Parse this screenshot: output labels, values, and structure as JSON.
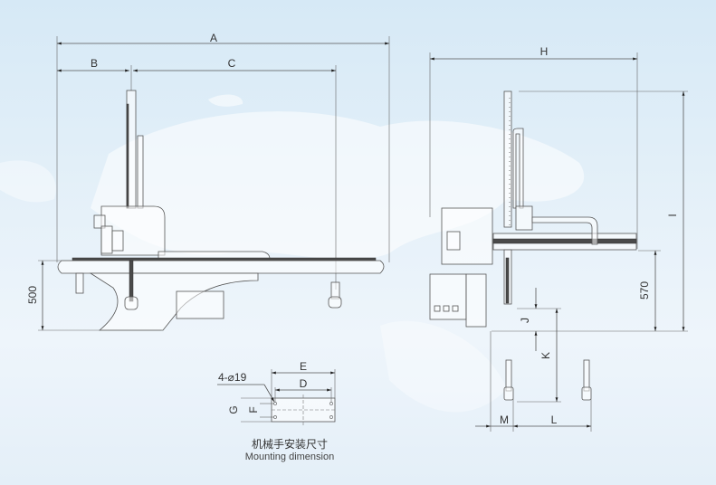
{
  "diagram": {
    "type": "technical-drawing",
    "subject": "traverse robot arm dimension drawing",
    "front_view": {
      "dimension_labels": {
        "overall_width": "A",
        "left_offset": "B",
        "traverse_stroke": "C"
      },
      "base_height_value": "500"
    },
    "side_view": {
      "dimension_labels": {
        "overall_depth": "H",
        "overall_height": "I",
        "vertical_gap": "J",
        "vertical_stroke": "K",
        "crosswise_stroke": "L",
        "offset": "M"
      },
      "clearance_value": "570"
    },
    "mounting": {
      "hole_spec": "4-⌀19",
      "dimension_labels": {
        "outer_length": "E",
        "hole_spacing_length": "D",
        "outer_width": "G",
        "hole_spacing_width": "F"
      },
      "caption_cn": "机械手安装尺寸",
      "caption_en": "Mounting dimension"
    }
  },
  "colors": {
    "background": "#dcebf6",
    "line": "#555555",
    "arm_dark": "#4a4a4a"
  }
}
